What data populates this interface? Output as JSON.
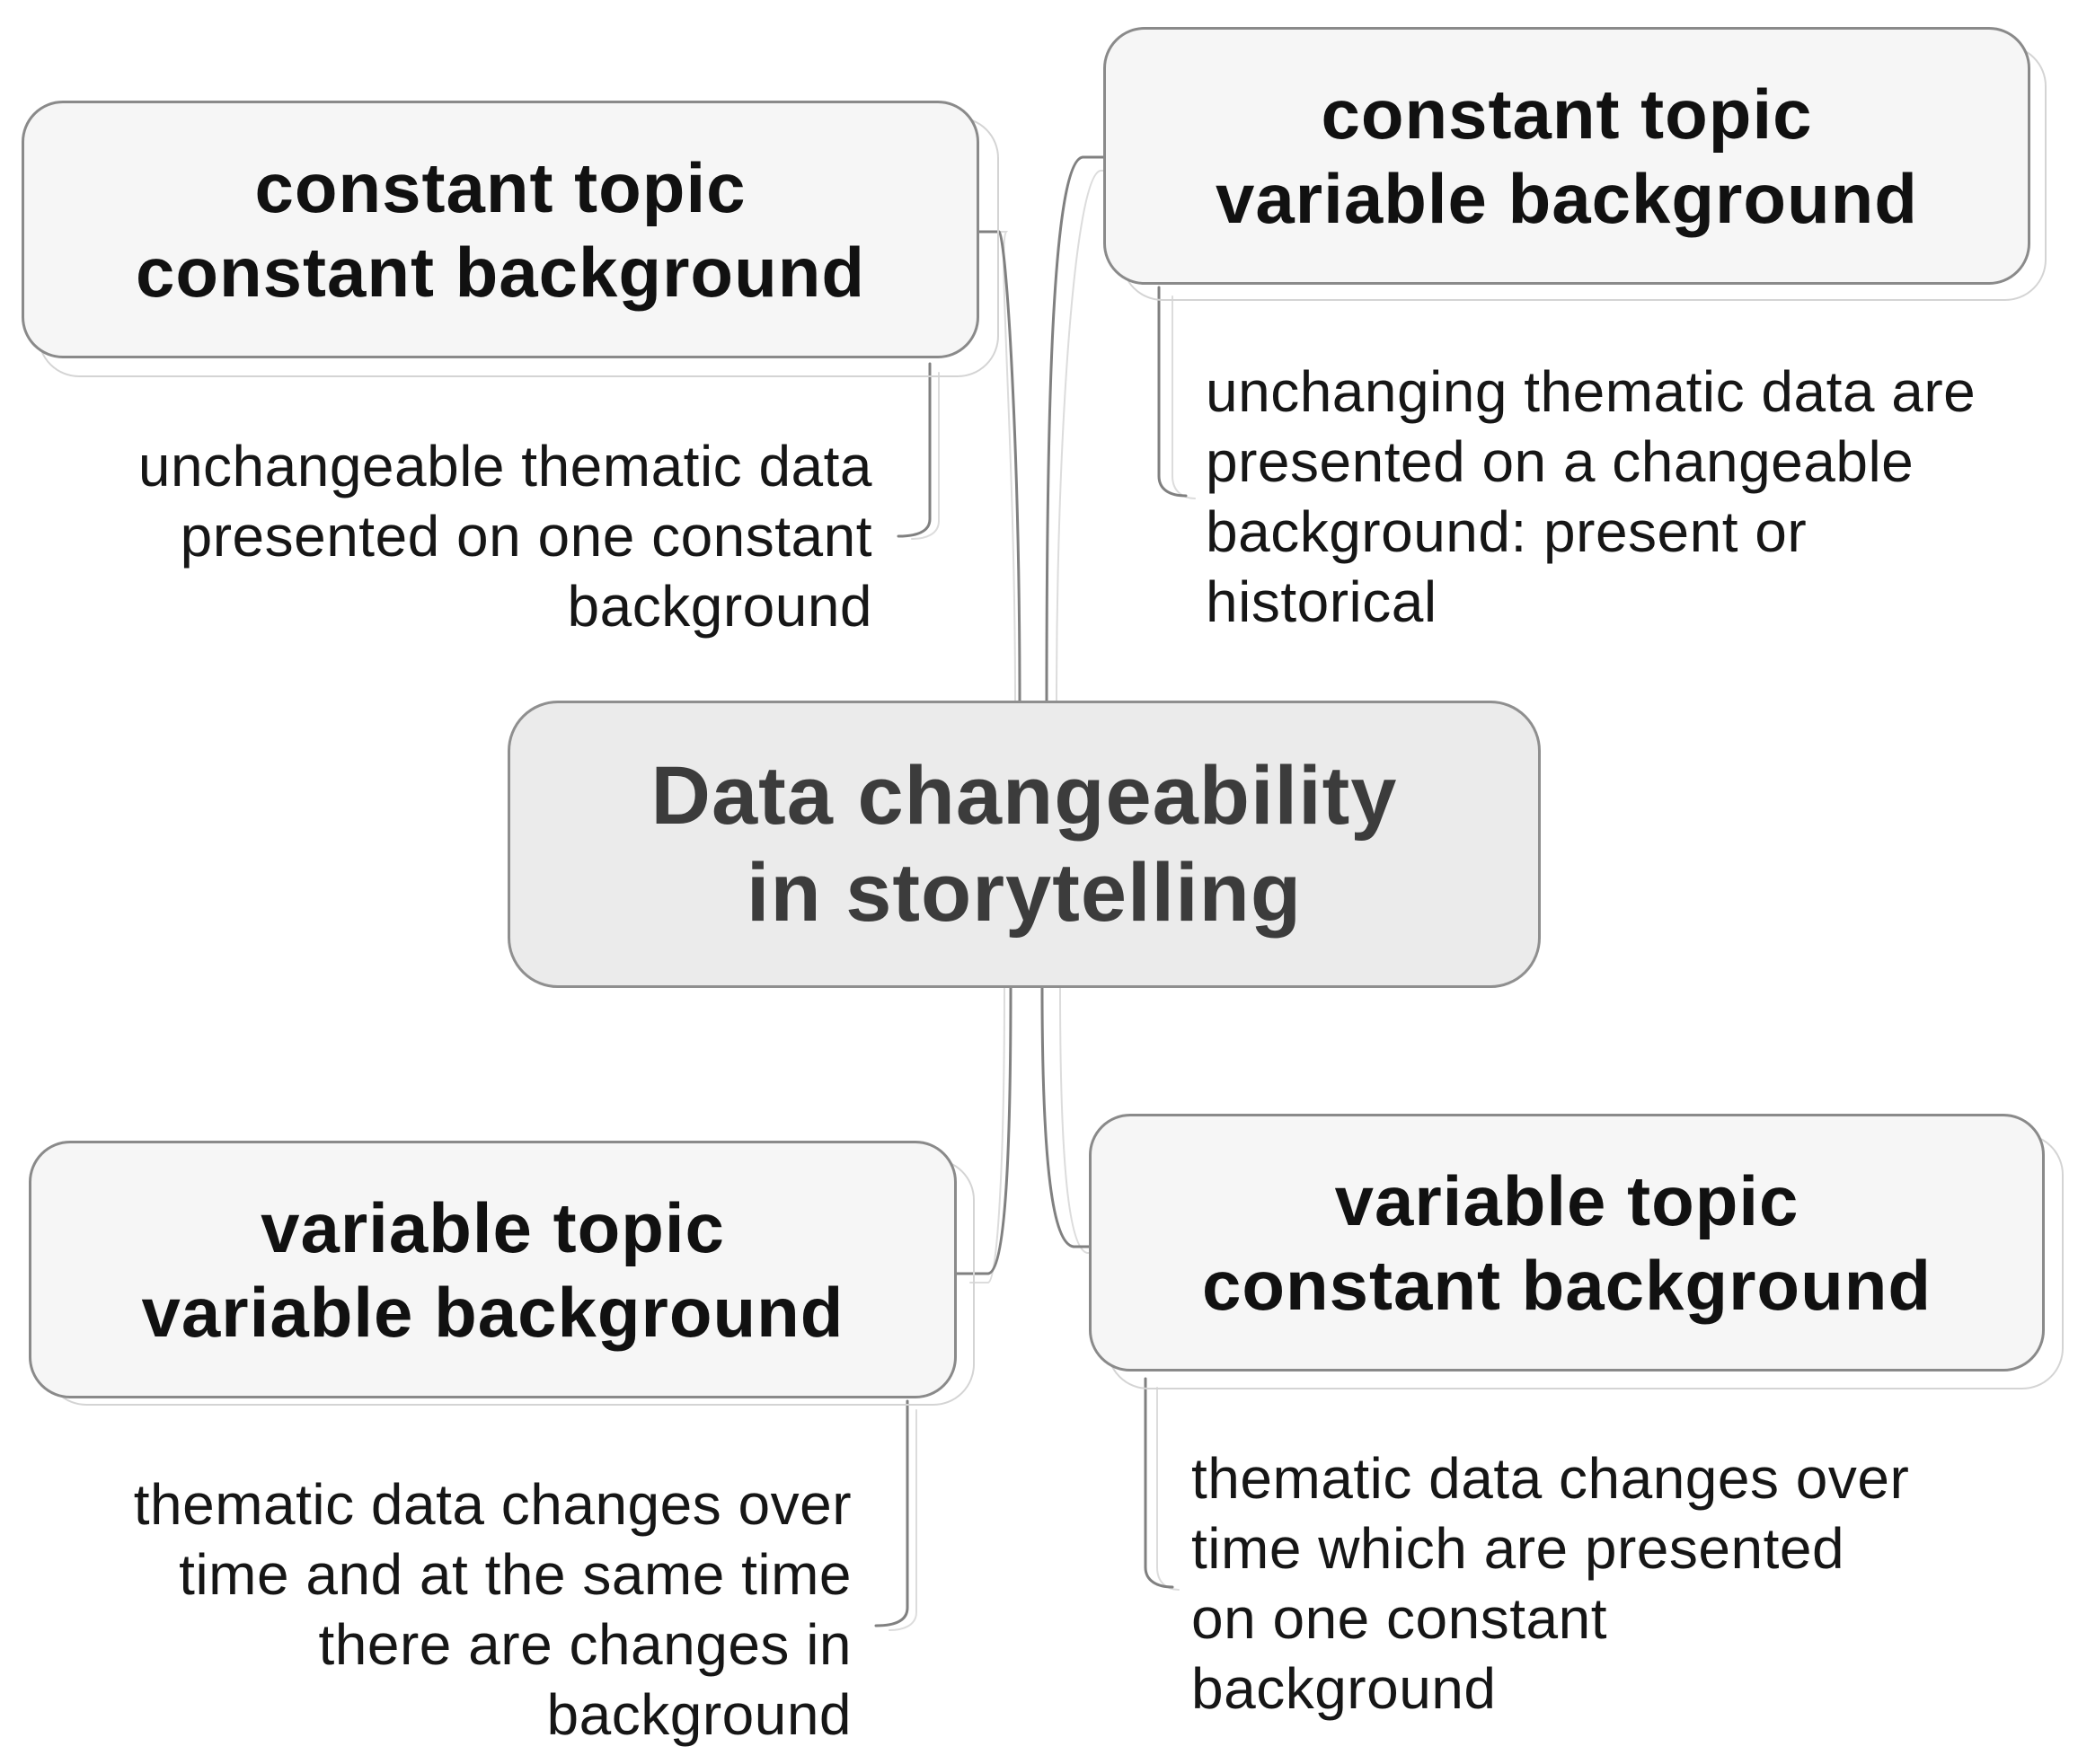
{
  "center": {
    "line1": "Data changeability",
    "line2": "in storytelling"
  },
  "branches": {
    "top_left": {
      "title_line1": "constant topic",
      "title_line2": "constant background",
      "desc_lines": [
        "unchangeable thematic data",
        "presented on one constant",
        "background"
      ]
    },
    "top_right": {
      "title_line1": "constant topic",
      "title_line2": "variable background",
      "desc_lines": [
        "unchanging thematic data are",
        "presented on a changeable",
        "background: present or",
        "historical"
      ]
    },
    "bottom_left": {
      "title_line1": "variable topic",
      "title_line2": "variable background",
      "desc_lines": [
        "thematic data changes over",
        "time and at the same time",
        "there are changes in",
        "background"
      ]
    },
    "bottom_right": {
      "title_line1": "variable topic",
      "title_line2": "constant background",
      "desc_lines": [
        "thematic data changes over",
        "time which are presented",
        "on one constant",
        "background"
      ]
    }
  }
}
